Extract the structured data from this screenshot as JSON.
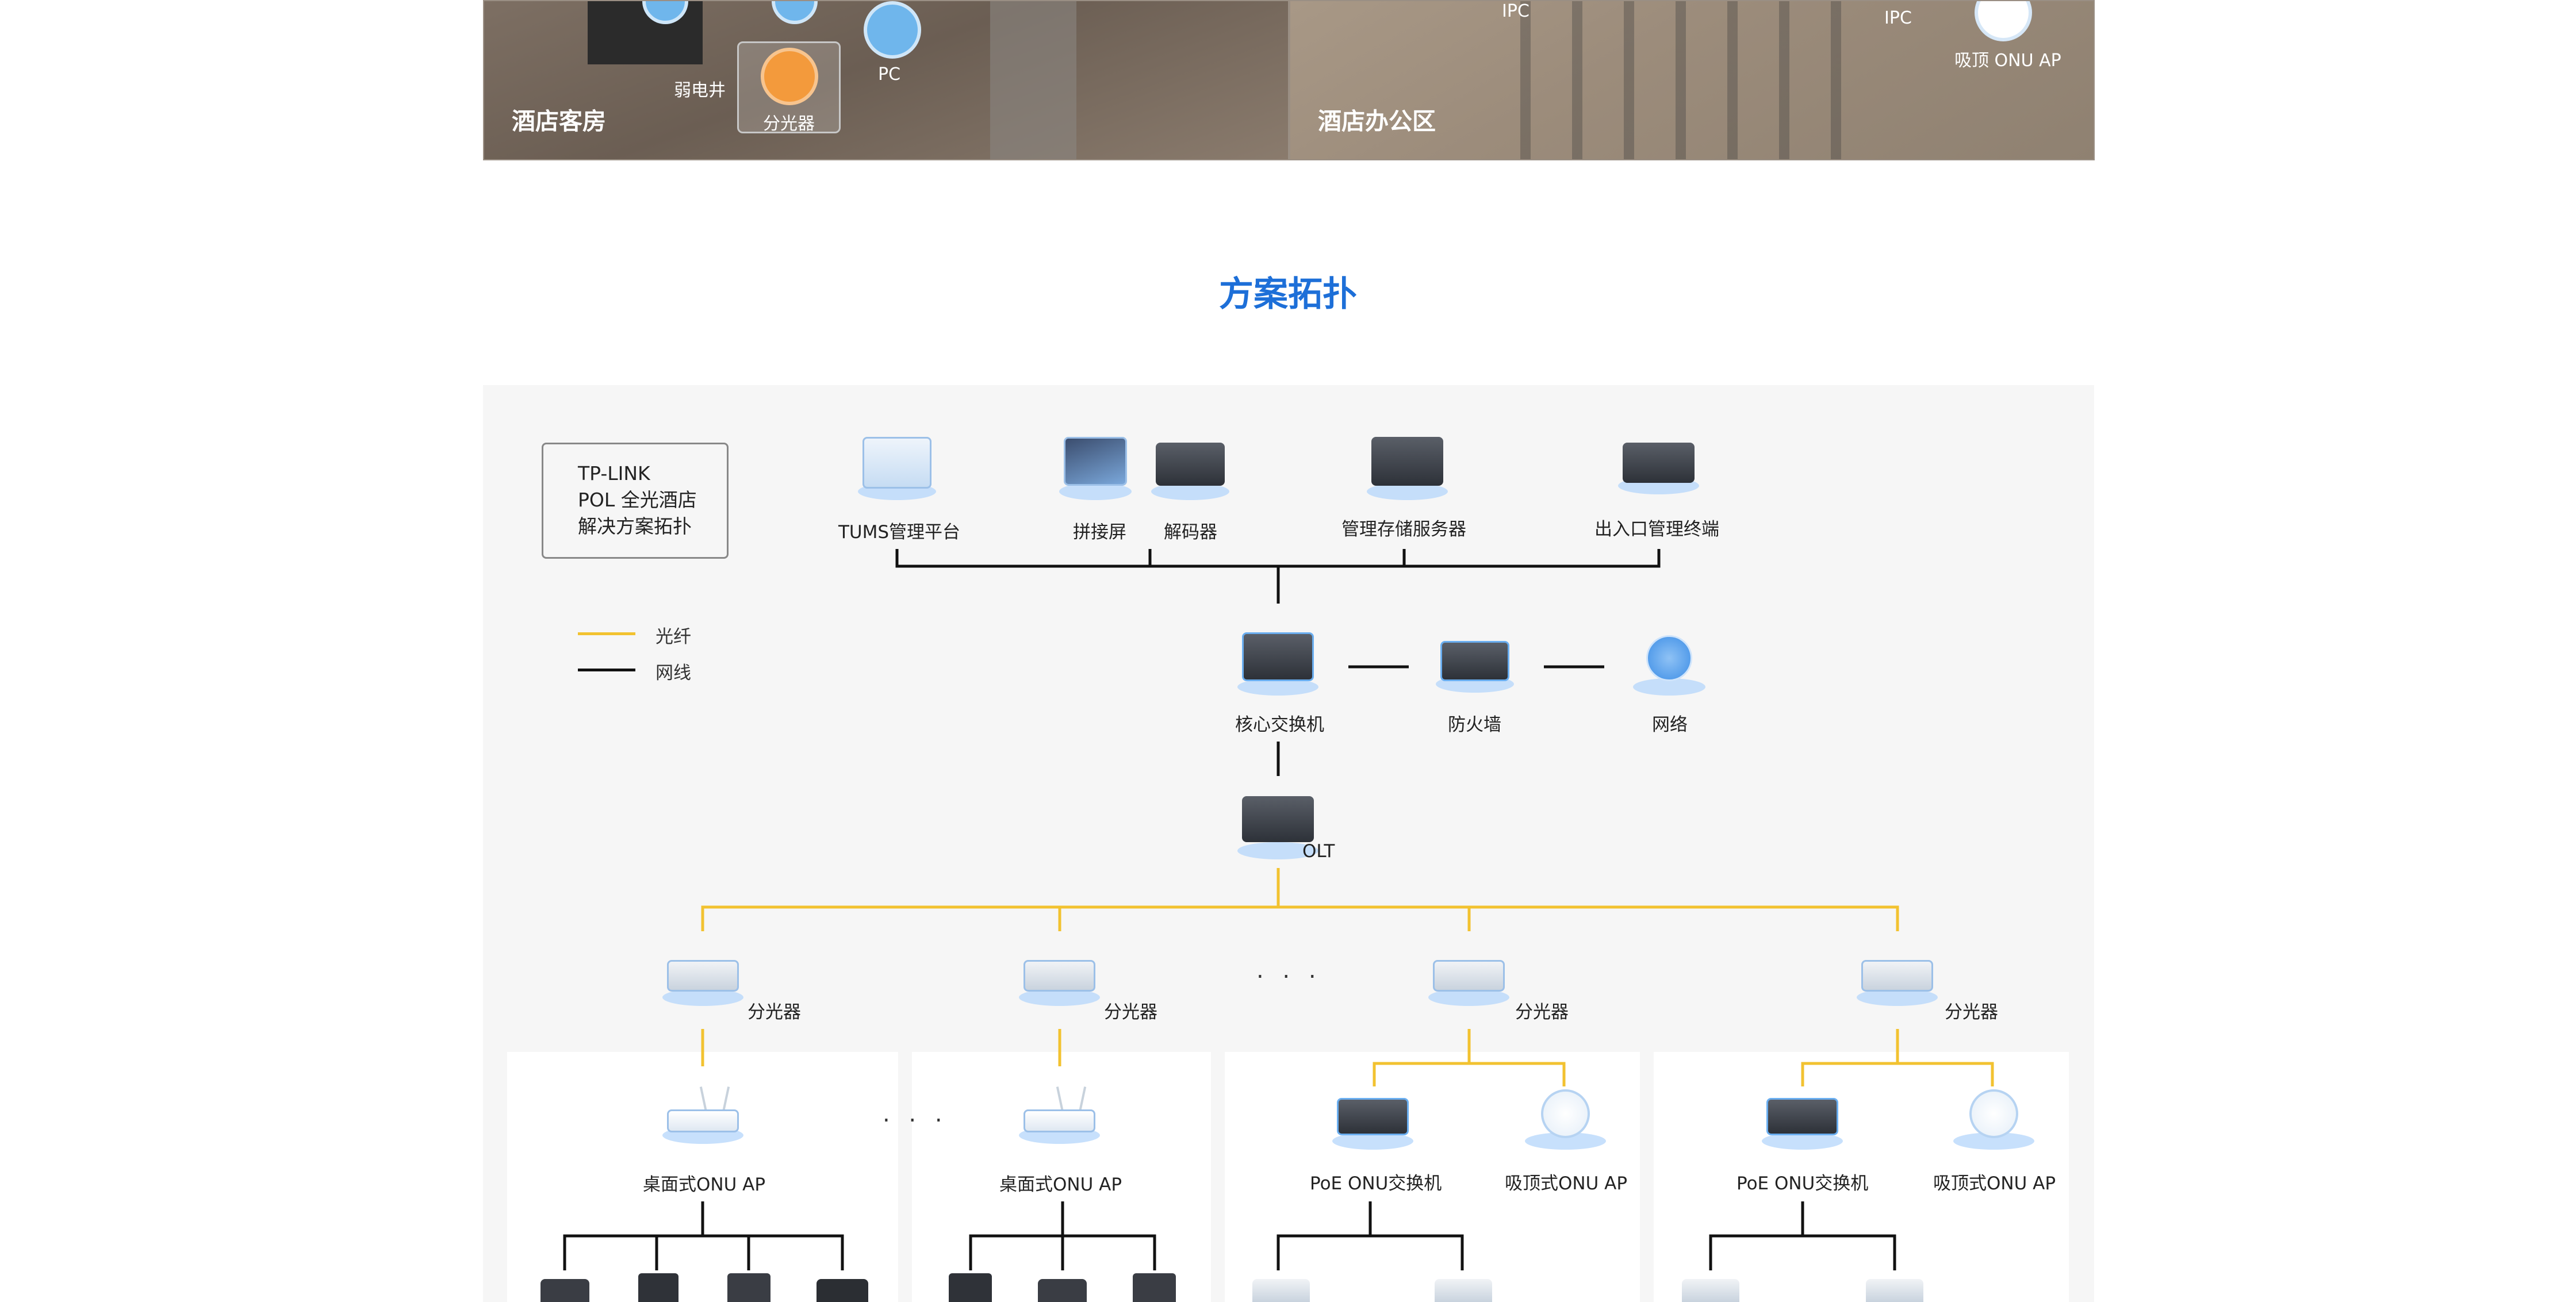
{
  "scenes": {
    "left": {
      "title": "酒店客房",
      "tags": {
        "weak_shaft": "弱电井",
        "splitter": "分光器",
        "pc": "PC"
      }
    },
    "right": {
      "title": "酒店办公区",
      "tags": {
        "ipc_a": "IPC",
        "ipc_b": "IPC",
        "ap": "吸顶 ONU AP"
      }
    }
  },
  "section_title": "方案拓扑",
  "brand": {
    "line1": "TP-LINK",
    "line2": "POL 全光酒店",
    "line3": "解决方案拓扑"
  },
  "legend": {
    "fiber": "光纤",
    "cable": "网线"
  },
  "colors": {
    "accent": "#1d6fd8",
    "fiber": "#f2c230",
    "cable": "#111111",
    "device_glow": "#b9d8fb"
  },
  "nodes": {
    "tums": "TUMS管理平台",
    "video_wall": "拼接屏",
    "decoder": "解码器",
    "storage": "管理存储服务器",
    "entrance": "出入口管理终端",
    "core_switch": "核心交换机",
    "firewall": "防火墙",
    "network": "网络",
    "olt": "OLT",
    "splitter1": "分光器",
    "splitter2": "分光器",
    "splitter3": "分光器",
    "splitter4": "分光器",
    "desk_ap1": "桌面式ONU AP",
    "desk_ap2": "桌面式ONU AP",
    "poe_switch1": "PoE ONU交换机",
    "ceiling_ap1": "吸顶式ONU AP",
    "poe_switch2": "PoE ONU交换机",
    "ceiling_ap2": "吸顶式ONU AP",
    "dots1": ". . .",
    "dots2": ". . ."
  }
}
